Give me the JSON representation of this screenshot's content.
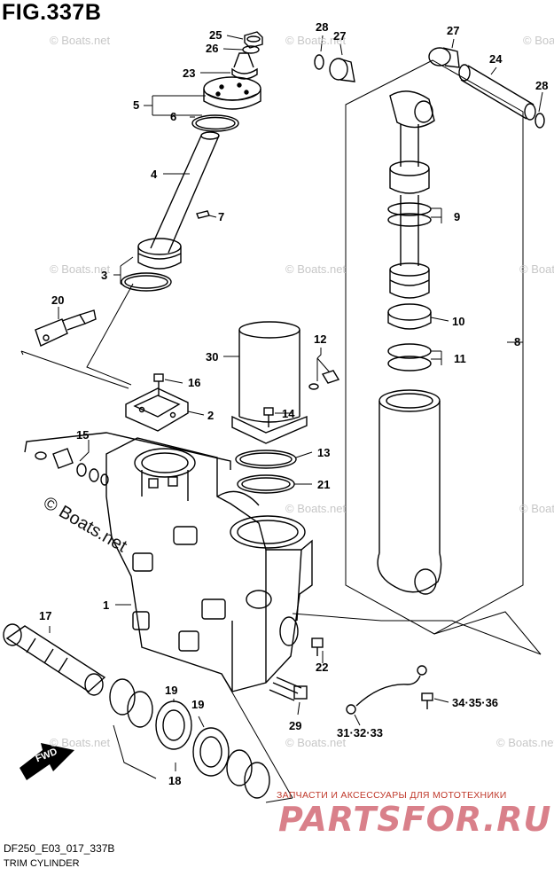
{
  "figure": {
    "title": "FIG.337B",
    "code": "DF250_E03_017_337B",
    "subtitle": "TRIM CYLINDER"
  },
  "watermark": {
    "small": "© Boats.net",
    "large": "© Boats.net"
  },
  "fwd_label": "FWD",
  "brand": {
    "tagline": "ЗАПЧАСТИ И АКСЕССУАРЫ ДЛЯ МОТОТЕХНИКИ",
    "name": "PARTSFOR.RU",
    "color": "#d9808a"
  },
  "labels": {
    "p1": "1",
    "p2": "2",
    "p3": "3",
    "p4": "4",
    "p5": "5",
    "p6": "6",
    "p7": "7",
    "p8": "8",
    "p9": "9",
    "p10": "10",
    "p11": "11",
    "p12": "12",
    "p13": "13",
    "p14": "14",
    "p15": "15",
    "p16": "16",
    "p17": "17",
    "p18": "18",
    "p19a": "19",
    "p19b": "19",
    "p20": "20",
    "p21": "21",
    "p22": "22",
    "p23": "23",
    "p24": "24",
    "p25": "25",
    "p26": "26",
    "p27a": "27",
    "p27b": "27",
    "p28a": "28",
    "p28b": "28",
    "p29": "29",
    "p30": "30",
    "p31": "31·32·33",
    "p34": "34·35·36"
  }
}
